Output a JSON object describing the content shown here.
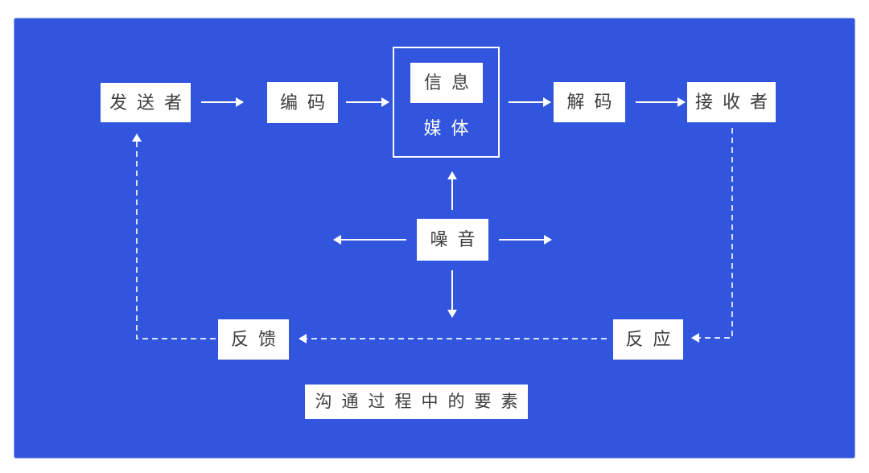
{
  "diagram": {
    "title": "沟通过程中的要素",
    "nodes": {
      "sender": {
        "label": "发送者"
      },
      "encode": {
        "label": "编码"
      },
      "message": {
        "label": "信息"
      },
      "media": {
        "label": "媒体"
      },
      "decode": {
        "label": "解码"
      },
      "receiver": {
        "label": "接收者"
      },
      "noise": {
        "label": "噪音"
      },
      "feedback": {
        "label": "反馈"
      },
      "response": {
        "label": "反应"
      }
    },
    "colors": {
      "page_bg": "#FFFFFF",
      "panel_bg": "#3156DD",
      "node_bg": "#FFFFFF",
      "node_text": "#3D3D3D",
      "connector": "#FFFFFF"
    }
  }
}
